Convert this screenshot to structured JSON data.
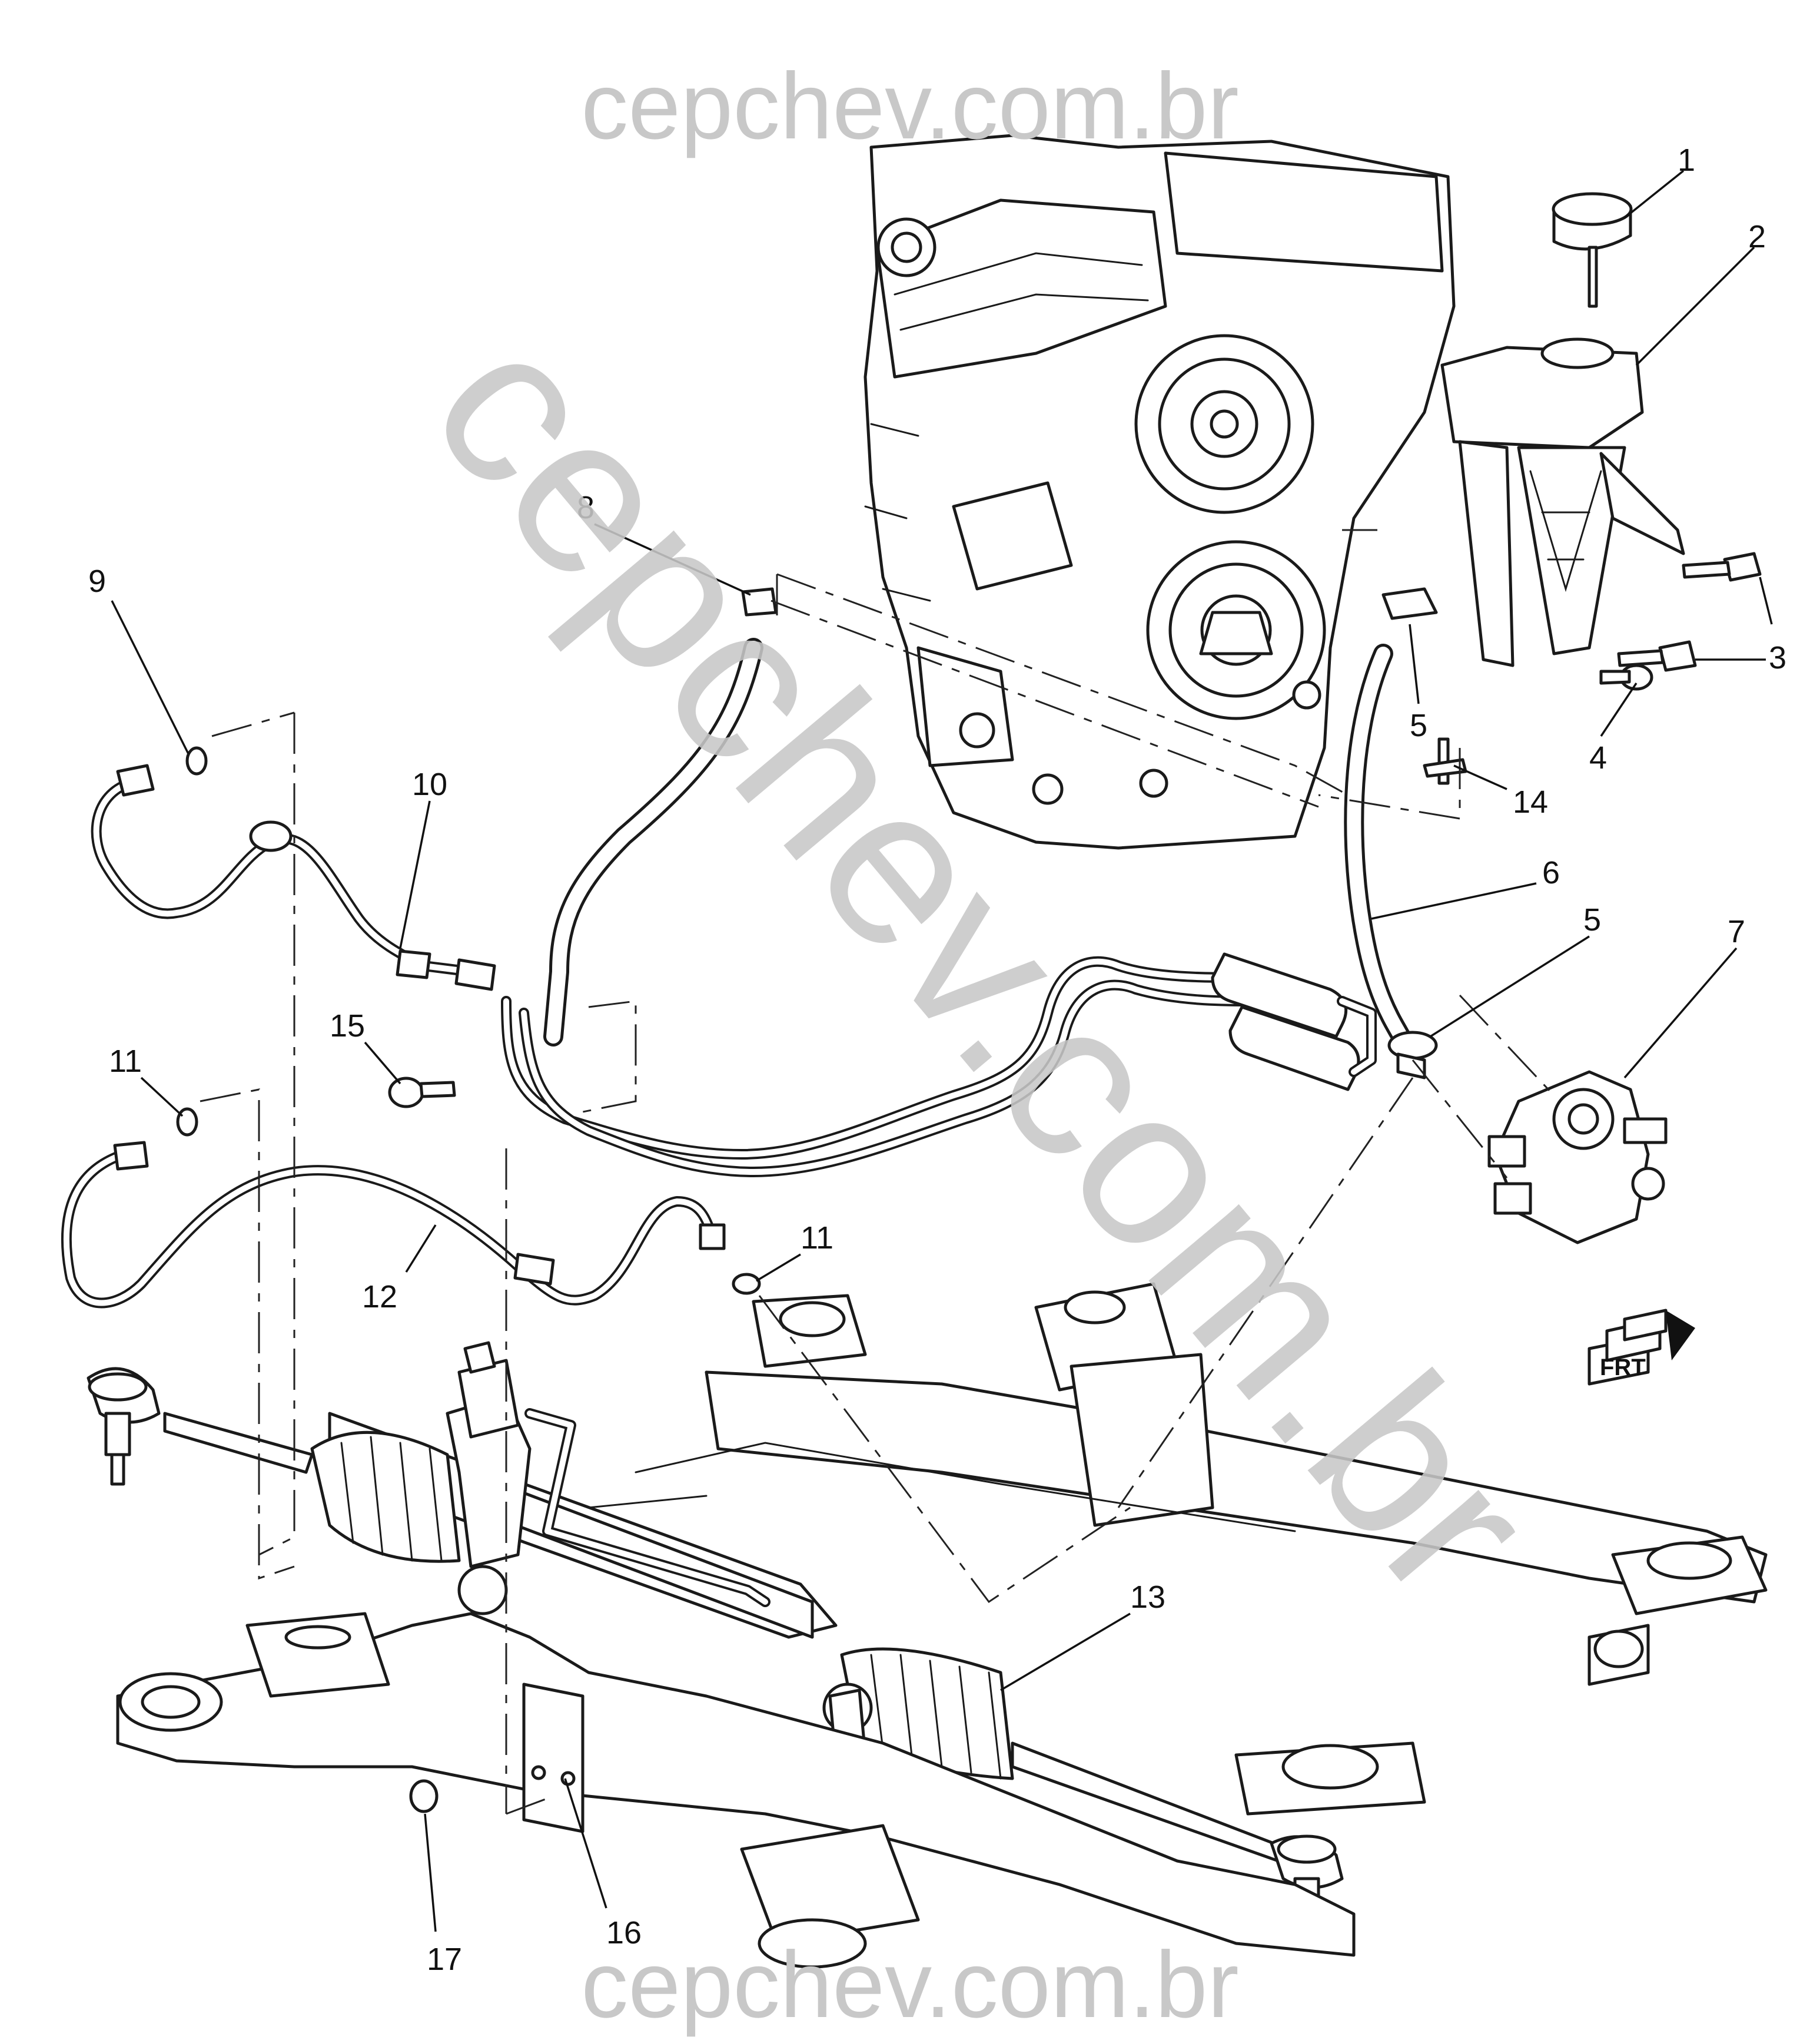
{
  "watermark": {
    "top": "cepchev.com.br",
    "bottom": "cepchev.com.br",
    "diagonal": "cepchev.com.br",
    "color": "#c8c8c8"
  },
  "callouts": [
    {
      "id": "1",
      "label": "1"
    },
    {
      "id": "2",
      "label": "2"
    },
    {
      "id": "3",
      "label": "3"
    },
    {
      "id": "4",
      "label": "4"
    },
    {
      "id": "5a",
      "label": "5"
    },
    {
      "id": "5b",
      "label": "5"
    },
    {
      "id": "6",
      "label": "6"
    },
    {
      "id": "7",
      "label": "7"
    },
    {
      "id": "8",
      "label": "8"
    },
    {
      "id": "9",
      "label": "9"
    },
    {
      "id": "10",
      "label": "10"
    },
    {
      "id": "11a",
      "label": "11"
    },
    {
      "id": "11b",
      "label": "11"
    },
    {
      "id": "12",
      "label": "12"
    },
    {
      "id": "13",
      "label": "13"
    },
    {
      "id": "14",
      "label": "14"
    },
    {
      "id": "15",
      "label": "15"
    },
    {
      "id": "16",
      "label": "16"
    },
    {
      "id": "17",
      "label": "17"
    }
  ],
  "direction_badge": {
    "label": "FRT",
    "icon": "front-direction-arrow-icon"
  },
  "colors": {
    "line": "#1a1a1a",
    "paper": "#ffffff"
  }
}
